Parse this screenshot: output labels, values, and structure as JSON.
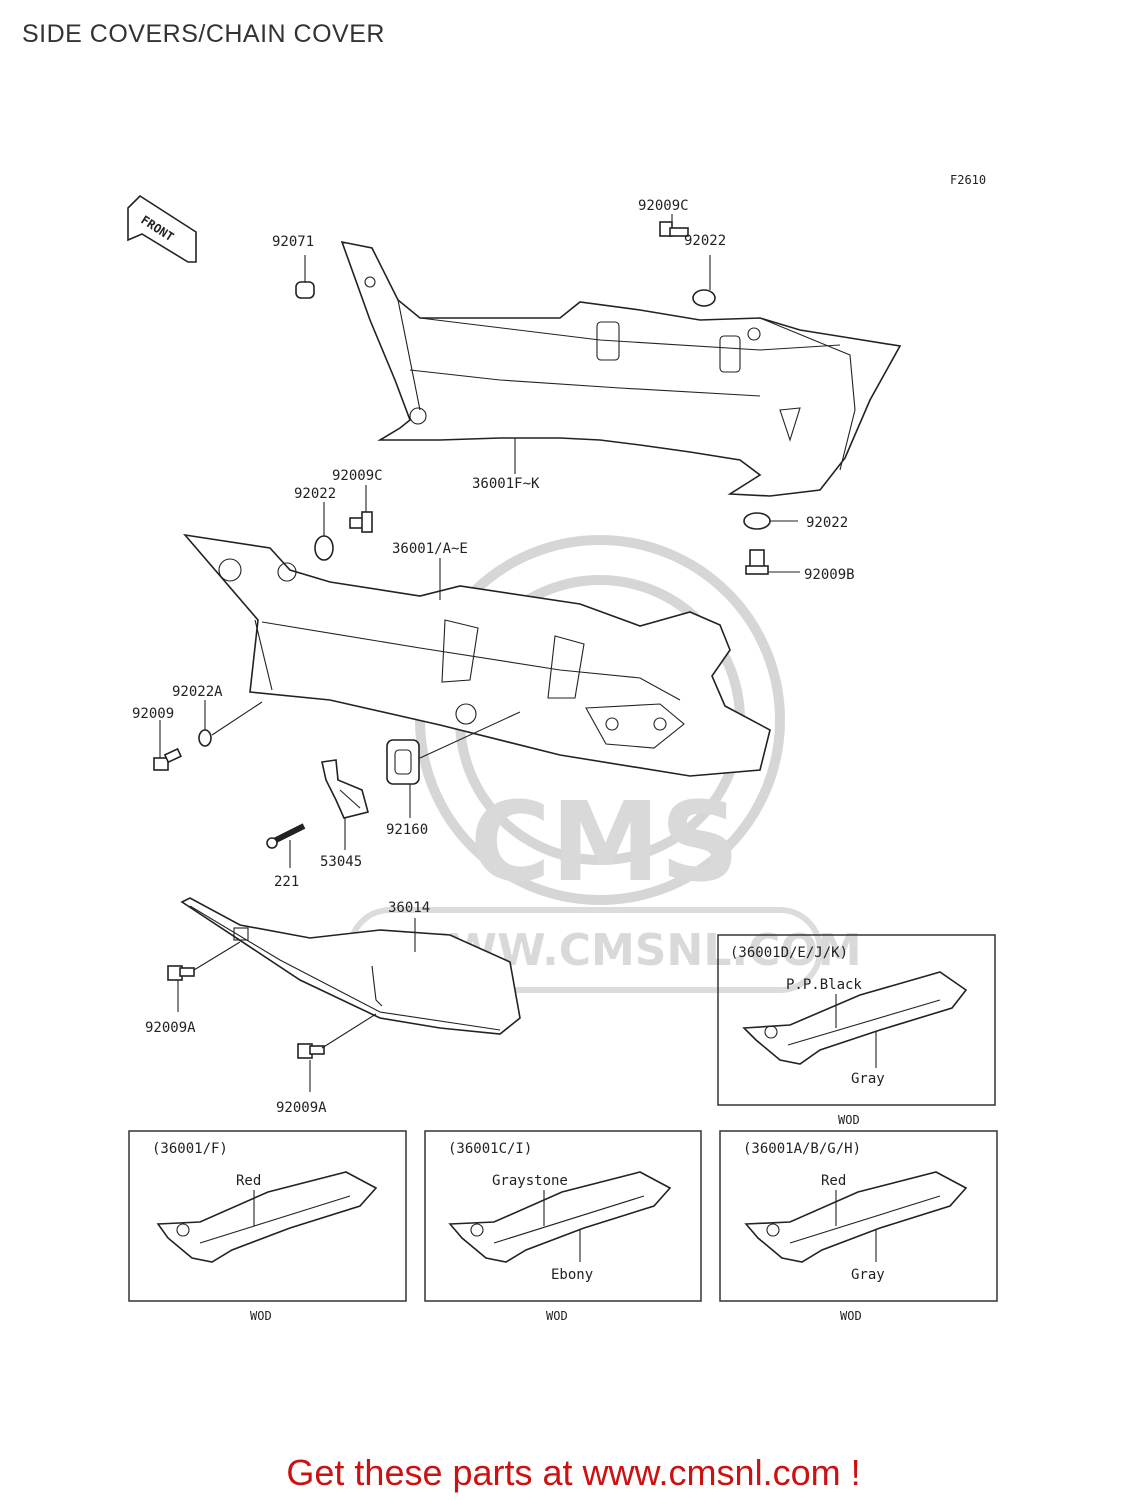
{
  "page": {
    "title": "SIDE COVERS/CHAIN COVER"
  },
  "diagram": {
    "figure_code": "F2610",
    "front_arrow": "FRONT",
    "watermark": {
      "logo": "CMS",
      "url": "WWW.CMSNL.COM"
    },
    "parts": {
      "p92071": "92071",
      "p92009c_top": "92009C",
      "p92022_top": "92022",
      "p36001fk": "36001F~K",
      "p92009c_mid": "92009C",
      "p92022_mid": "92022",
      "p36001ae": "36001/A~E",
      "p92022_right": "92022",
      "p92009b": "92009B",
      "p92022a": "92022A",
      "p92009": "92009",
      "p92160": "92160",
      "p53045": "53045",
      "p221": "221",
      "p36014": "36014",
      "p92009a_1": "92009A",
      "p92009a_2": "92009A"
    },
    "variants": [
      {
        "code": "(36001D/E/J/K)",
        "upper": "P.P.Black",
        "lower": "Gray",
        "note": "WOD"
      },
      {
        "code": "(36001/F)",
        "upper": "Red",
        "lower": "",
        "note": "WOD"
      },
      {
        "code": "(36001C/I)",
        "upper": "Graystone",
        "lower": "Ebony",
        "note": "WOD"
      },
      {
        "code": "(36001A/B/G/H)",
        "upper": "Red",
        "lower": "Gray",
        "note": "WOD"
      }
    ]
  },
  "footer": {
    "text": "Get these parts at www.cmsnl.com !"
  }
}
